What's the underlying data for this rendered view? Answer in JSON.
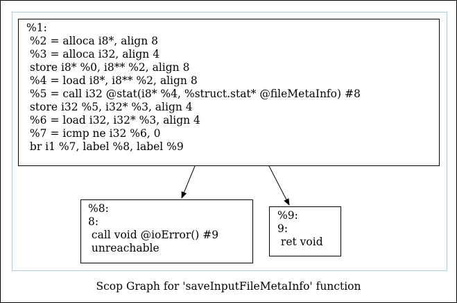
{
  "graph": {
    "caption": "Scop Graph for 'saveInputFileMetaInfo' function",
    "colors": {
      "cluster_border": "#a8cbe0",
      "node_border": "#000000",
      "edge": "#000000",
      "background": "#ffffff"
    },
    "nodes": [
      {
        "id": "%1",
        "lines": [
          "%1:",
          " %2 = alloca i8*, align 8",
          " %3 = alloca i32, align 4",
          " store i8* %0, i8** %2, align 8",
          " %4 = load i8*, i8** %2, align 8",
          " %5 = call i32 @stat(i8* %4, %struct.stat* @fileMetaInfo) #8",
          " store i32 %5, i32* %3, align 4",
          " %6 = load i32, i32* %3, align 4",
          " %7 = icmp ne i32 %6, 0",
          " br i1 %7, label %8, label %9"
        ]
      },
      {
        "id": "%8",
        "lines": [
          "%8:",
          "8:",
          " call void @ioError() #9",
          " unreachable"
        ]
      },
      {
        "id": "%9",
        "lines": [
          "%9:",
          "9:",
          " ret void"
        ]
      }
    ],
    "edges": [
      {
        "from": "%1",
        "to": "%8"
      },
      {
        "from": "%1",
        "to": "%9"
      }
    ]
  }
}
